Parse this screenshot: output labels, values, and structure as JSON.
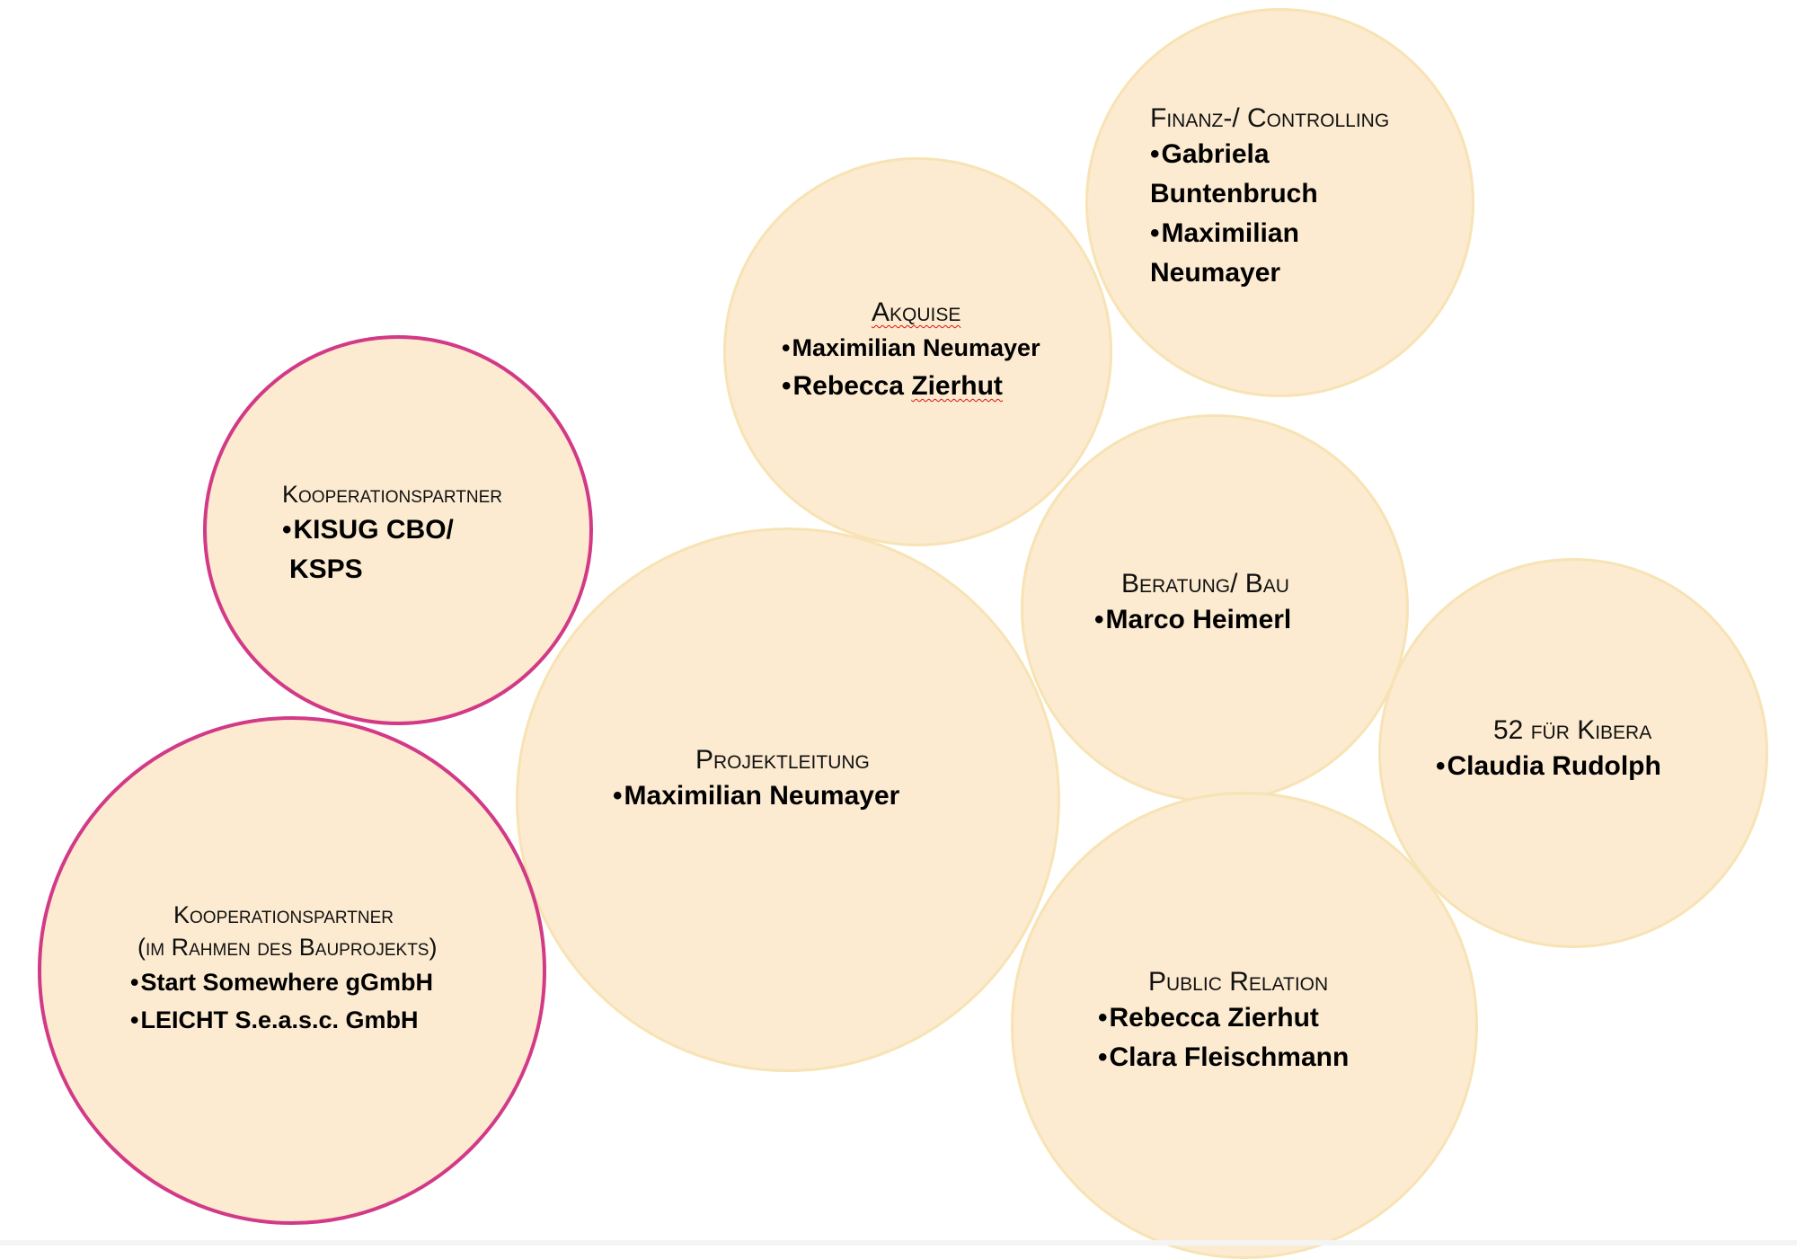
{
  "colors": {
    "bubble_fill": "#fcebd0",
    "bubble_border": "#f7e3b4",
    "partner_border": "#d23a87"
  },
  "bullet_symbol": "•",
  "bubbles": {
    "finanz": {
      "title": "Finanz-/ Controlling",
      "items": [
        "Gabriela",
        "Buntenbruch",
        "Maximilian",
        "Neumayer"
      ]
    },
    "akquise": {
      "title": "Akquise",
      "items": [
        "Maximilian Neumayer",
        "Rebecca ",
        "Zierhut"
      ]
    },
    "kooperation1": {
      "title": "Kooperationspartner",
      "items": [
        "KISUG CBO/",
        "KSPS"
      ]
    },
    "beratung": {
      "title": "Beratung/ Bau",
      "items": [
        "Marco Heimerl"
      ]
    },
    "kibera": {
      "title": "52 für Kibera",
      "items": [
        "Claudia Rudolph"
      ]
    },
    "projektleitung": {
      "title": "Projektleitung",
      "items": [
        "Maximilian Neumayer"
      ]
    },
    "kooperation2": {
      "title": "Kooperationspartner",
      "subtitle": "(im Rahmen des Bauprojekts)",
      "items": [
        "Start Somewhere gGmbH",
        "LEICHT S.e.a.s.c. GmbH"
      ]
    },
    "public": {
      "title": "Public Relation",
      "items": [
        "Rebecca Zierhut",
        "Clara Fleischmann"
      ]
    }
  }
}
